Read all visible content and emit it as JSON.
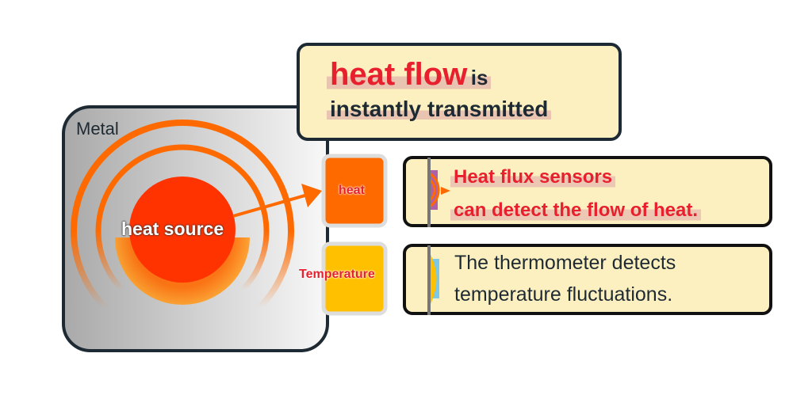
{
  "metal_label": "Metal",
  "heat_source_label": "heat source",
  "headline": {
    "emphasis": "heat flow",
    "rest1": "is",
    "line2": "instantly transmitted"
  },
  "heat_label": "heat",
  "temperature_label": "Temperature",
  "heat_flux_text": {
    "line1": "Heat flux sensors",
    "line2": "can detect the flow of heat."
  },
  "thermometer_text": {
    "line1": "The thermometer detects",
    "line2": "temperature fluctuations."
  },
  "colors": {
    "red": "#e8202e",
    "orange": "#ff6a00",
    "yellow": "#ffc000",
    "panel": "#fdf0c0",
    "dark": "#1e2a33"
  }
}
